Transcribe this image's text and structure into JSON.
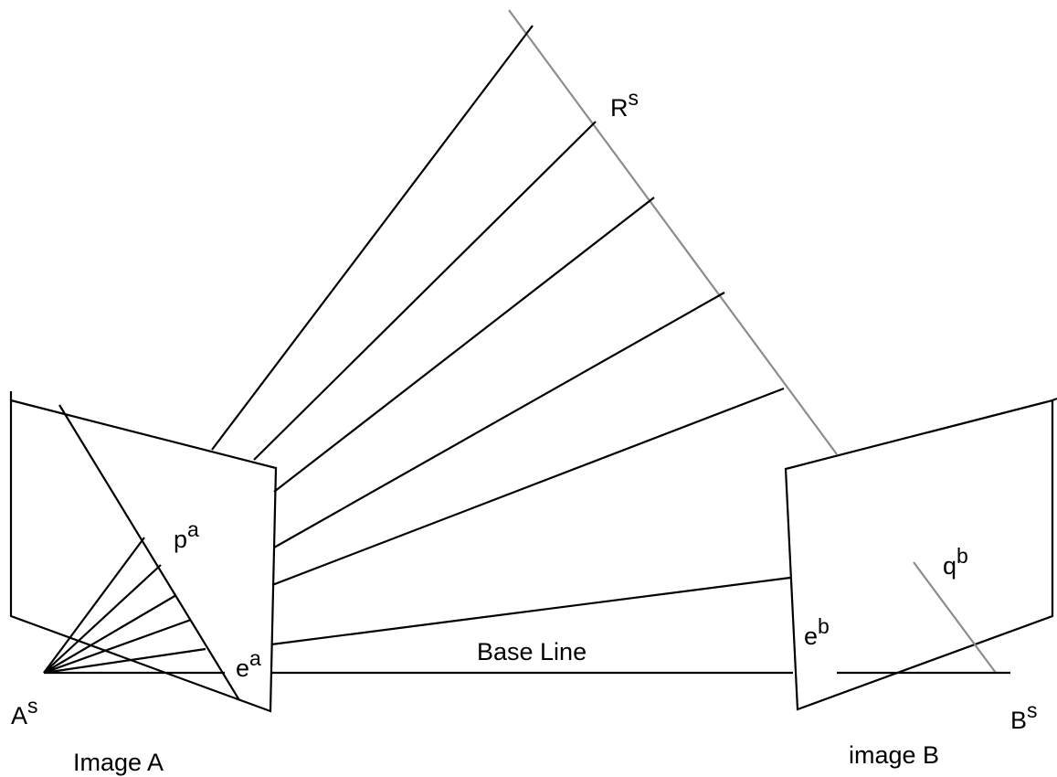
{
  "labels": {
    "point_a_center": {
      "base": "A",
      "sup": "s"
    },
    "point_b_center": {
      "base": "B",
      "sup": "s"
    },
    "ray_r": {
      "base": "R",
      "sup": "s"
    },
    "point_p": {
      "base": "p",
      "sup": "a"
    },
    "point_q": {
      "base": "q",
      "sup": "b"
    },
    "epipole_a": {
      "base": "e",
      "sup": "a"
    },
    "epipole_b": {
      "base": "e",
      "sup": "b"
    },
    "base_line": "Base Line",
    "image_a": "Image A",
    "image_b": "image B"
  },
  "colors": {
    "line": "#000000",
    "ray": "#8c8c8c",
    "background": "#ffffff"
  }
}
